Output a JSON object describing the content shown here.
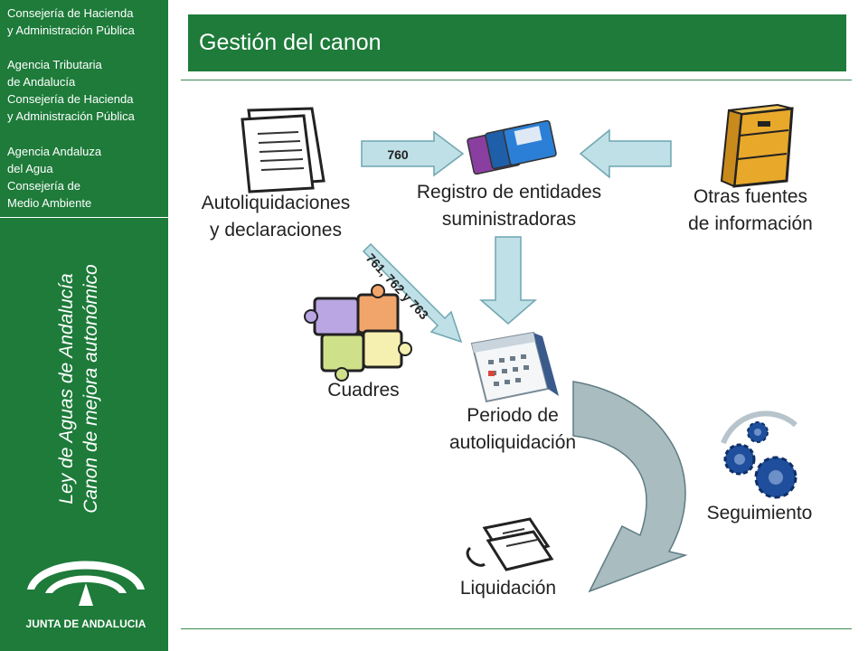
{
  "sidebar": {
    "lines": [
      "Consejería de Hacienda",
      "y Administración Pública",
      "",
      "Agencia Tributaria",
      "de Andalucía",
      "Consejería de Hacienda",
      "y Administración Pública",
      "",
      "Agencia Andaluza",
      "del Agua",
      "Consejería de",
      "Medio Ambiente"
    ],
    "vertical_title_1": "Ley de Aguas de Andalucía",
    "vertical_title_2": "Canon de mejora autonómico",
    "logo_text": "JUNTA DE ANDALUCIA"
  },
  "header": {
    "title": "Gestión del canon"
  },
  "diagram": {
    "nodes": {
      "autoliquidaciones": [
        "Autoliquidaciones",
        "y declaraciones"
      ],
      "registro": [
        "Registro de entidades",
        "suministradoras"
      ],
      "otras": [
        "Otras fuentes",
        "de información"
      ],
      "cuadres": "Cuadres",
      "periodo": [
        "Periodo de",
        "autoliquidación"
      ],
      "seguimiento": "Seguimiento",
      "liquidacion": "Liquidación"
    },
    "arrow_labels": {
      "a760": "760",
      "a761": "761, 762 y 763"
    }
  },
  "colors": {
    "brand_green": "#1e7b3a",
    "arrow_fill": "#bfe0e6",
    "arrow_stroke": "#6fa6b0",
    "curve_fill": "#a9bcc0"
  }
}
